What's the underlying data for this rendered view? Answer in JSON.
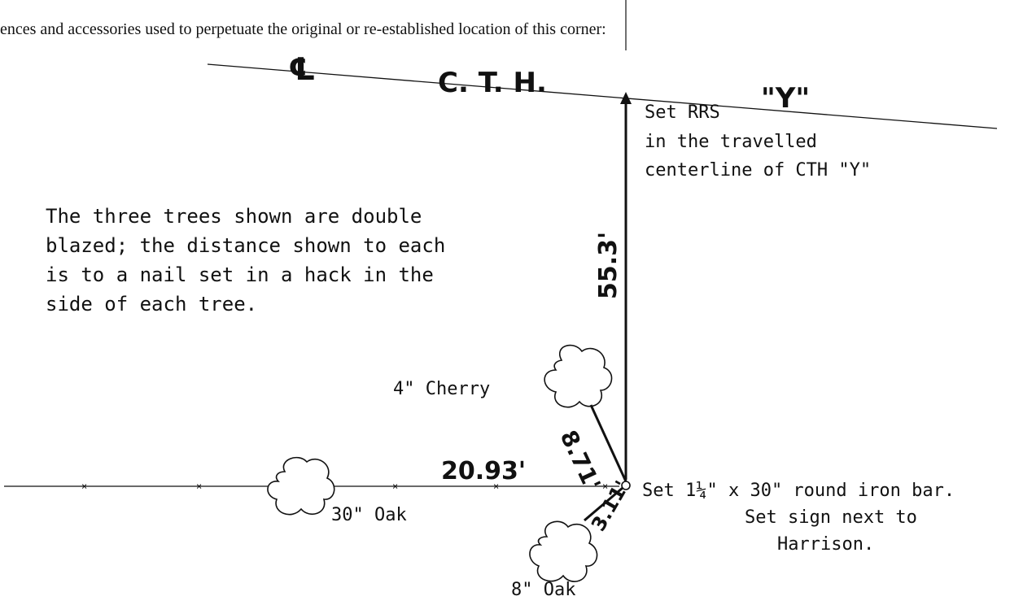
{
  "header": {
    "text": "ences and accessories used to perpetuate the original or re-established location of this corner:"
  },
  "road": {
    "centerline_symbol": "℄",
    "name": "C. T. H.",
    "letter": "\"Y\""
  },
  "rrs_note": {
    "lines": [
      "Set RRS",
      "in the travelled",
      "centerline of CTH \"Y\""
    ]
  },
  "trees_note": {
    "lines": [
      "The three trees shown are double",
      "blazed; the distance shown to each",
      "is to a nail set in a hack in the",
      "side of each tree."
    ]
  },
  "distances": {
    "to_rrs": "55.3'",
    "to_cherry": "8.71'",
    "to_oak30": "20.93'",
    "to_oak8": "3.11'"
  },
  "trees": {
    "cherry": "4\" Cherry",
    "oak30": "30\" Oak",
    "oak8": "8\" Oak"
  },
  "corner_note": {
    "lines": [
      "Set 1¼\" x 30\" round iron bar.",
      "Set sign next to",
      "Harrison."
    ]
  },
  "colors": {
    "ink": "#111111",
    "paper": "#ffffff"
  }
}
